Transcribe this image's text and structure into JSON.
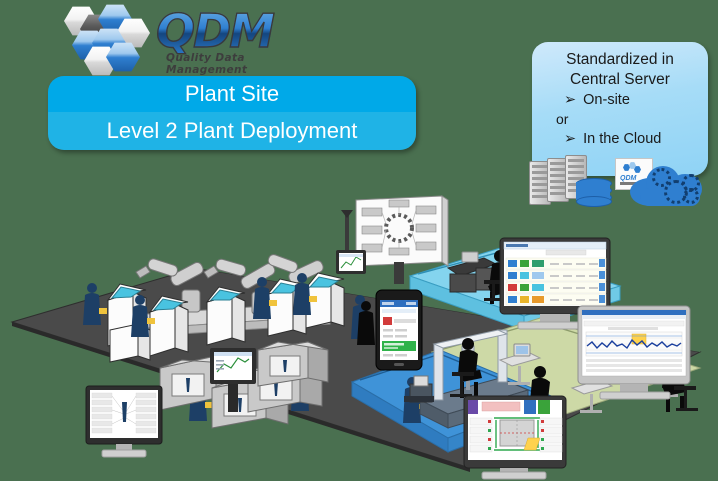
{
  "meta": {
    "background_color": "#4a7050",
    "canvas": "718x481"
  },
  "logo": {
    "wordmark": "QDM",
    "tagline": "Quality Data Management",
    "hex_colors": [
      "#2f7fd0",
      "#ffffff",
      "#2c2c2c"
    ]
  },
  "banner": {
    "line1": "Plant Site",
    "line2": "Level 2 Plant Deployment",
    "color_top": "#00a9e8",
    "color_bottom": "#1fb3e6"
  },
  "callout": {
    "title_line1": "Standardized in",
    "title_line2": "Central Server",
    "bullet1": "On-site",
    "connector": "or",
    "bullet2": "In the Cloud",
    "arrow_glyph": "➢",
    "fill_color": "#a6dcf7"
  },
  "infrastructure": {
    "server_label": "server-rack",
    "database_label": "database",
    "cloud_label": "cloud",
    "qdm_tile_label": "QDM"
  },
  "scene": {
    "floor_color": "#4a4a4a",
    "zones": [
      {
        "name": "office-zone-cyan",
        "color": "#84d4ee"
      },
      {
        "name": "office-zone-green",
        "color": "#cdd9a6"
      },
      {
        "name": "lab-zone-blue",
        "color": "#3f93d8"
      }
    ],
    "elements": [
      "robot-arms",
      "conveyor",
      "inspection-kiosks",
      "cnc-machines",
      "shop-floor-monitor",
      "whiteboard-display",
      "cmm-machine",
      "smartphone",
      "dashboard-monitor",
      "spc-chart-monitor",
      "drawing-monitor",
      "report-monitor",
      "workers",
      "seated-operators"
    ]
  },
  "screens": {
    "dashboard": {
      "name": "status-dashboard",
      "status_colors": [
        "#2f7fd0",
        "#3aa33a",
        "#d23b3b",
        "#e8b52a"
      ]
    },
    "spc_chart": {
      "name": "spc-trend-chart",
      "series_color": "#1a3f9e",
      "highlight_color": "#ffd24d"
    },
    "drawing": {
      "name": "ballooned-drawing",
      "accent_colors": [
        "#2fa84f",
        "#d23b3b",
        "#ffd24d"
      ]
    },
    "report": {
      "name": "inspection-report",
      "accent_color": "#1d3f66"
    },
    "mobile": {
      "name": "mobile-app",
      "highlight_color": "#2fb34a"
    },
    "whiteboard": {
      "name": "process-gear-diagram"
    }
  }
}
